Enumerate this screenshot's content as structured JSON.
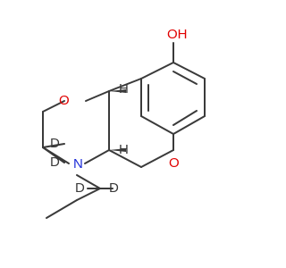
{
  "atoms": {
    "hydroxyl": "OH",
    "ring_oxygen_upper": "O",
    "ring_oxygen_lower": "O",
    "nitrogen": "N",
    "deuterium_ring_1": "D",
    "deuterium_ring_2": "D",
    "deuterium_chain_1": "D",
    "deuterium_chain_2": "D",
    "stereo_hydrogen_upper": "H",
    "stereo_hydrogen_lower": "H"
  },
  "colors": {
    "bond": "#3a3a3a",
    "oxygen": "#e00000",
    "nitrogen": "#1c2bd8",
    "background": "#ffffff"
  }
}
